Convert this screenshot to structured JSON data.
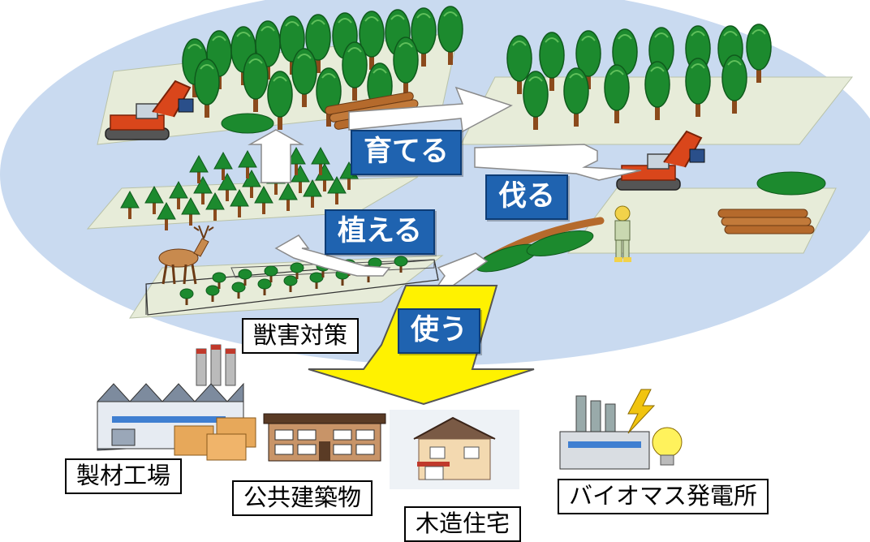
{
  "steps": {
    "grow": "育てる",
    "cut": "伐る",
    "plant": "植える",
    "use": "使う"
  },
  "labels": {
    "wildlife_damage": "獣害対策",
    "sawmill": "製材工場",
    "public_building": "公共建築物",
    "wooden_house": "木造住宅",
    "biomass_plant": "バイオマス発電所"
  },
  "colors": {
    "ellipse": "#c9daf0",
    "ground": "#e7ecd9",
    "step_fill": "#1f63b0",
    "use_arrow": "#fff200",
    "tree_green": "#1c8a2e",
    "trunk": "#8b4a1c",
    "machine": "#d9461b"
  }
}
